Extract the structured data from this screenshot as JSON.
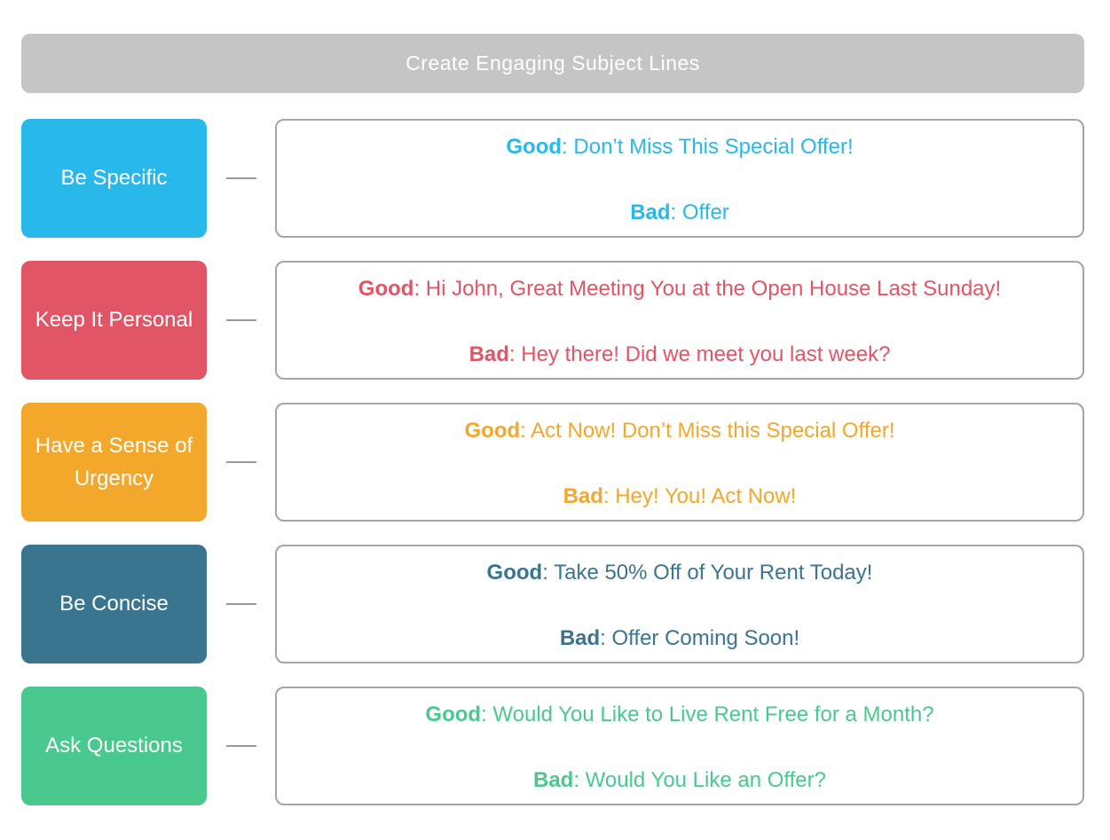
{
  "header": {
    "title": "Create Engaging Subject Lines"
  },
  "colors": {
    "header_bg": "#C5C5C5",
    "connector": "#999999",
    "box_border": "#A5A5A5"
  },
  "rows": [
    {
      "label": "Be Specific",
      "color": "#29B8EA",
      "good_label": "Good",
      "good_text": ": Don’t Miss This Special Offer!",
      "bad_label": "Bad",
      "bad_text": ": Offer"
    },
    {
      "label": "Keep It Personal",
      "color": "#E25566",
      "good_label": "Good",
      "good_text": ": Hi John, Great Meeting You at the Open House Last Sunday!",
      "bad_label": "Bad",
      "bad_text": ": Hey there! Did we meet you last week?"
    },
    {
      "label": "Have a Sense of Urgency",
      "color": "#F3A72B",
      "good_label": "Good",
      "good_text": ": Act Now! Don’t Miss this Special Offer!",
      "bad_label": "Bad",
      "bad_text": ": Hey! You! Act Now!"
    },
    {
      "label": "Be Concise",
      "color": "#3A7590",
      "good_label": "Good",
      "good_text": ": Take 50% Off of Your Rent Today!",
      "bad_label": "Bad",
      "bad_text": ": Offer Coming Soon!"
    },
    {
      "label": "Ask Questions",
      "color": "#49C98D",
      "good_label": "Good",
      "good_text": ": Would You Like to Live Rent Free for a Month?",
      "bad_label": "Bad",
      "bad_text": ": Would You Like an Offer?"
    }
  ]
}
